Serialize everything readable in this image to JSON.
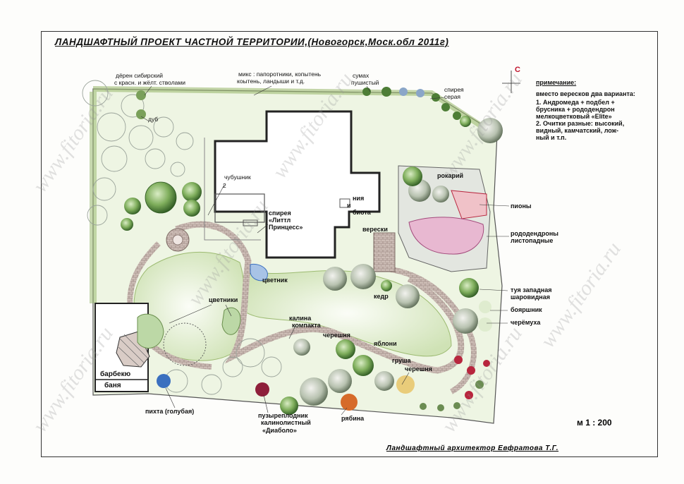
{
  "title": "ЛАНДШАФТНЫЙ  ПРОЕКТ ЧАСТНОЙ  ТЕРРИТОРИИ,(Новогорск,Моск.обл 2011г)",
  "labels": {
    "deren1": "дёрен  сибирский",
    "deren2": "с  красн. и  жёлт.  стволами",
    "miks1": "микс :  папоротники, копытень",
    "miks2": "коытень, ландыши  и  т.д.",
    "sumakh1": "сумах",
    "sumakh2": "пушистый",
    "spireya_sera1": "спирея",
    "spireya_sera2": "серая",
    "dub": "дуб",
    "chubushnik": "чубушник",
    "chubushnik_num": "2",
    "spireya_litl1": "спирея",
    "spireya_litl2": "«Литтл",
    "spireya_litl3": "Принцесс»",
    "ya_part": "ния",
    "i_part": "и",
    "biota": "биота",
    "veresk": "верески",
    "rokariy": "рокарий",
    "piony": "пионы",
    "rodo1": "рододендроны",
    "rodo2": "листопадные",
    "tsvetnik": "цветник",
    "tsvetniki": "цветники",
    "kedr": "кедр",
    "tuya1": "туя западная",
    "tuya2": "шаровидная",
    "boyaryshnik": "бояршник",
    "cheremukha": "черёмуха",
    "kalina1": "калина",
    "kalina2": "компакта",
    "chereshnya1": "черешня",
    "yabloni": "яблони",
    "grusha": "груша",
    "chereshnya2": "черешня",
    "barbekyu": "барбекю",
    "banya": "баня",
    "pikhta": "пихта (голубая)",
    "puzyr1": "пузыреплодник",
    "puzyr2": "калинолистный",
    "puzyr3": "«Диаболо»",
    "ryabina": "рябина"
  },
  "notes": {
    "heading": "примечание:",
    "line0": "вместо вересков два варианта:",
    "line1": "1.  Андромеда + подбел +",
    "line2": "     брусника + рододендрон",
    "line3": "     мелкоцветковый «Elite»",
    "line4": "2.  Очитки  разные: высокий,",
    "line5": "     видный, камчатский, лож-",
    "line6": "     ный и  т.п."
  },
  "compass": "С",
  "scale": "м  1 : 200",
  "architect": "Ландшафтный   архитектор   Евфратова  Т.Г.",
  "watermark": "www.fitoria.ru",
  "colors": {
    "lawn": "#e6f0d6",
    "lawn_edge": "#9dbb72",
    "path": "#b9a7a0",
    "tree_dark": "#3d6b2e",
    "tree_light": "#a9c98a",
    "pink": "#d58fb0",
    "red": "#b8263e",
    "blue": "#3a6fbf"
  }
}
